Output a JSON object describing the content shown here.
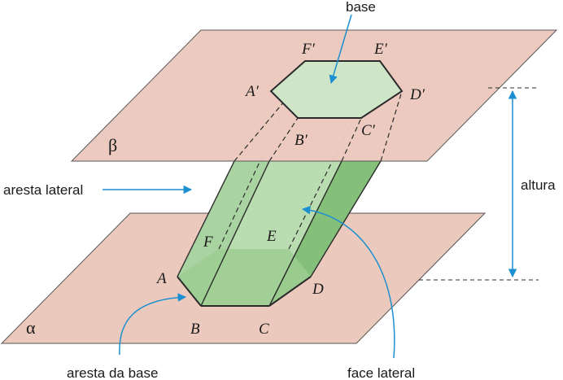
{
  "colors": {
    "plane": "#ecc9bd",
    "plane_edge": "#555555",
    "face_light": "#cfe5c7",
    "face_mid": "#a9d3a0",
    "face_dark": "#84c07a",
    "edge": "#2b2b2b",
    "arrow": "#1b8fcf"
  },
  "planes": {
    "top": "β",
    "bottom": "α"
  },
  "vertices": {
    "A": "A",
    "B": "B",
    "C": "C",
    "D": "D",
    "E": "E",
    "F": "F",
    "A_prime": "A′",
    "B_prime": "B′",
    "C_prime": "C′",
    "D_prime": "D′",
    "E_prime": "E′",
    "F_prime": "F′"
  },
  "labels": {
    "base": "base",
    "aresta_lateral": "aresta lateral",
    "altura": "altura",
    "aresta_da_base": "aresta da base",
    "face_lateral": "face lateral"
  }
}
